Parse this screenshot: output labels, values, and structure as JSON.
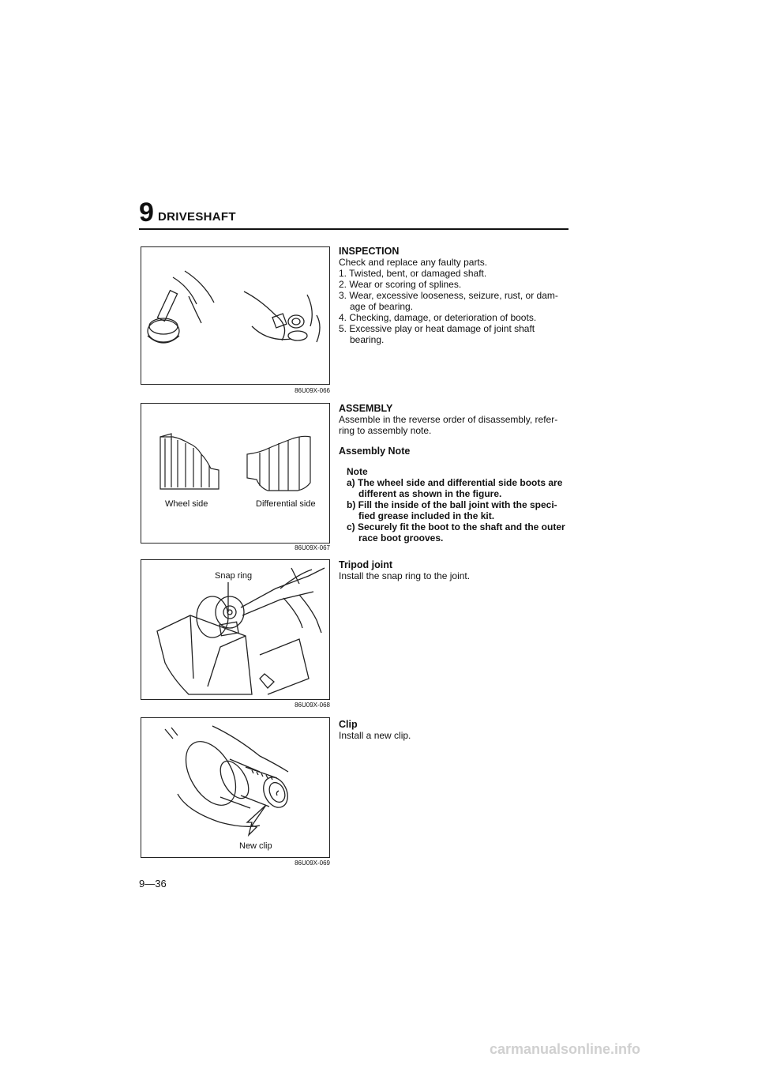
{
  "header": {
    "chapter_number": "9",
    "chapter_title": "DRIVESHAFT"
  },
  "figures": [
    {
      "caption": "86U09X-066"
    },
    {
      "caption": "86U09X-067",
      "label_left": "Wheel side",
      "label_right": "Differential side"
    },
    {
      "caption": "86U09X-068",
      "label": "Snap ring"
    },
    {
      "caption": "86U09X-069",
      "label": "New clip"
    }
  ],
  "inspection": {
    "heading": "INSPECTION",
    "intro": "Check and replace any faulty parts.",
    "items": [
      "1. Twisted, bent, or damaged shaft.",
      "2. Wear or scoring of splines.",
      "3. Wear, excessive looseness, seizure, rust, or dam-age of bearing.",
      "4. Checking, damage, or deterioration of boots.",
      "5. Excessive play or heat damage of joint shaft bearing."
    ]
  },
  "assembly": {
    "heading": "ASSEMBLY",
    "intro": "Assemble in the reverse order of disassembly, refer-ring to assembly note.",
    "subheading": "Assembly Note",
    "note_title": "Note",
    "notes": [
      "a) The wheel side and differential side boots are different as shown in the figure.",
      "b) Fill the inside of the ball joint with the speci-fied grease included in the kit.",
      "c) Securely fit the boot to the shaft and the outer race boot grooves."
    ]
  },
  "tripod": {
    "heading": "Tripod joint",
    "text": "Install the snap ring to the joint."
  },
  "clip": {
    "heading": "Clip",
    "text": "Install a new clip."
  },
  "page_number": "9—36",
  "watermark": "carmanualsonline.info"
}
